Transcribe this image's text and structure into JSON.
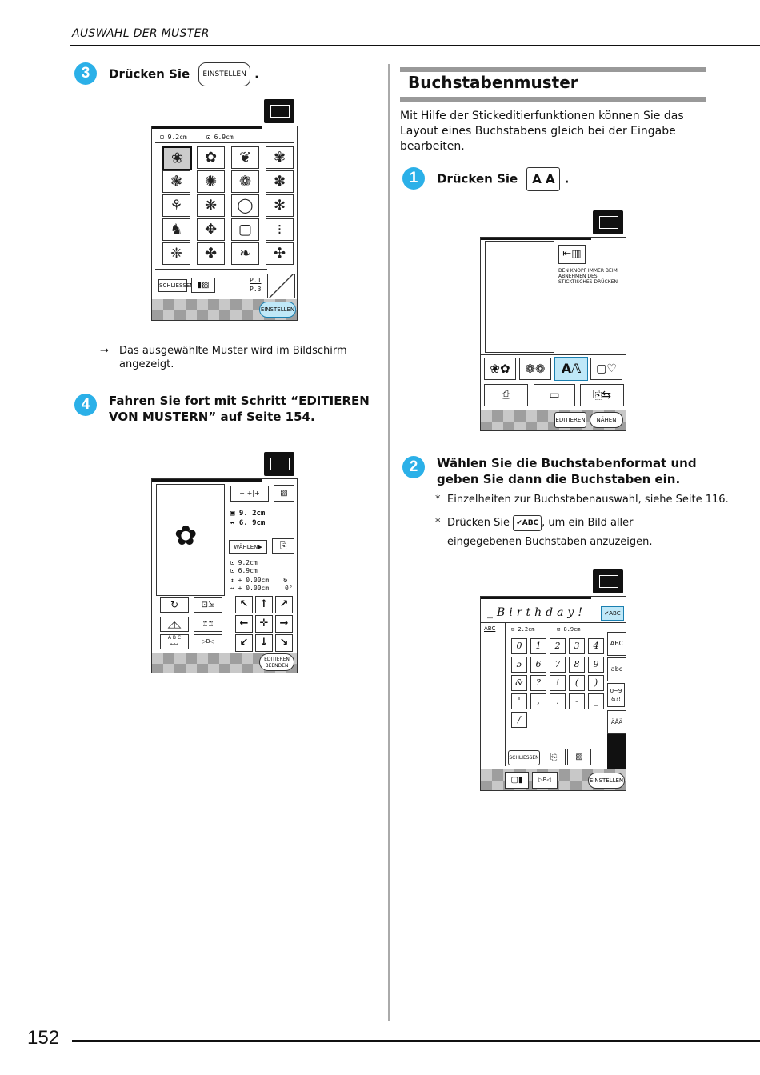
{
  "header": {
    "section": "AUSWAHL DER MUSTER"
  },
  "page_number": "152",
  "left": {
    "step3": {
      "num": "3",
      "text": "Drücken Sie",
      "button": "EINSTELLEN",
      "suffix": "."
    },
    "screen1": {
      "size_h": "9.2cm",
      "size_w": "6.9cm",
      "close": "SCHLIESSEN",
      "page_top": "P.1",
      "page_bot": "P.3",
      "set": "EINSTELLEN"
    },
    "result": {
      "arrow": "→",
      "text": "Das ausgewählte Muster wird im Bildschirm angezeigt."
    },
    "step4": {
      "num": "4",
      "text": "Fahren Sie fort mit Schritt “EDITIEREN VON MUSTERN” auf Seite 154."
    },
    "screen2": {
      "h": "9. 2cm",
      "w": "6. 9cm",
      "select": "WÄHLEN",
      "h2": "9.2cm",
      "w2": "6.9cm",
      "offset_v": "+ 0.00cm",
      "offset_h": "+ 0.00cm",
      "angle": "0°",
      "abc": "A B C",
      "end": "EDITIEREN BEENDEN"
    }
  },
  "right": {
    "section_title": "Buchstabenmuster",
    "intro": "Mit Hilfe der Stickeditierfunktionen können Sie das Layout eines Buchstabens gleich bei der Eingabe bearbeiten.",
    "step1": {
      "num": "1",
      "text": "Drücken Sie",
      "button": "A A",
      "suffix": "."
    },
    "screen3": {
      "notice": "DEN KNOPF IMMER BEIM ABNEHMEN DES STICKTISCHES DRÜCKEN",
      "edit": "EDITIEREN",
      "sew": "NÄHEN"
    },
    "step2": {
      "num": "2",
      "text": "Wählen Sie die Buchstabenformat und geben Sie dann die Buchstaben ein."
    },
    "bullet1": {
      "mark": "*",
      "text": "Einzelheiten zur Buchstabenauswahl, siehe Seite 116."
    },
    "bullet2": {
      "mark": "*",
      "pre": "Drücken Sie",
      "button": "✔ABC",
      "post": ", um ein Bild aller eingegebenen Buchstaben anzuzeigen."
    },
    "screen4": {
      "text": "_Birthday!",
      "check": "✔ABC",
      "abc": "ABC",
      "h": "2.2cm",
      "w": "8.9cm",
      "keys_row1": [
        "0",
        "1",
        "2",
        "3",
        "4"
      ],
      "keys_row2": [
        "5",
        "6",
        "7",
        "8",
        "9"
      ],
      "keys_row3": [
        "&",
        "?",
        "!",
        "(",
        ")"
      ],
      "keys_row4": [
        "'",
        ",",
        ".",
        "-",
        "_"
      ],
      "keys_row5": [
        "/"
      ],
      "tab_upper": "ABC",
      "tab_lower": "abc",
      "tab_num": "0~9 &?!",
      "tab_accent": "ÄÅÄ",
      "close": "SCHLIESSEN",
      "set": "EINSTELLEN"
    }
  }
}
